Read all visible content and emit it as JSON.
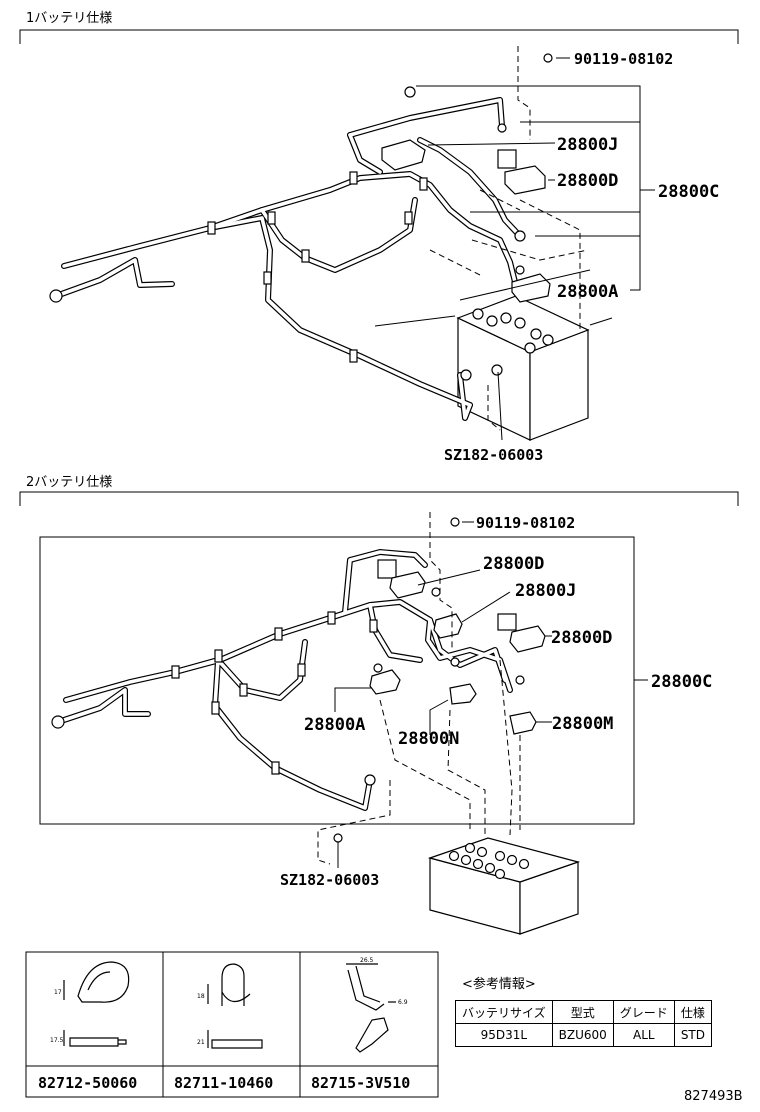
{
  "section1": {
    "title": "1バッテリ仕様",
    "labels": {
      "bolt": "90119-08102",
      "j": "28800J",
      "d": "28800D",
      "c": "28800C",
      "a": "28800A",
      "sz": "SZ182-06003"
    }
  },
  "section2": {
    "title": "2バッテリ仕様",
    "labels": {
      "bolt": "90119-08102",
      "d1": "28800D",
      "j": "28800J",
      "d2": "28800D",
      "c": "28800C",
      "a": "28800A",
      "n": "28800N",
      "m": "28800M",
      "sz": "SZ182-06003"
    }
  },
  "clamps": [
    {
      "part": "82712-50060",
      "dims": [
        "17",
        "17.5"
      ]
    },
    {
      "part": "82711-10460",
      "dims": [
        "18",
        "21"
      ]
    },
    {
      "part": "82715-3V510",
      "dims": [
        "26.5",
        "6.9"
      ]
    }
  ],
  "info": {
    "title": "<参考情報>",
    "headers": [
      "バッテリサイズ",
      "型式",
      "グレード",
      "仕様"
    ],
    "row": [
      "95D31L",
      "BZU600",
      "ALL",
      "STD"
    ]
  },
  "figure_no": "827493B"
}
